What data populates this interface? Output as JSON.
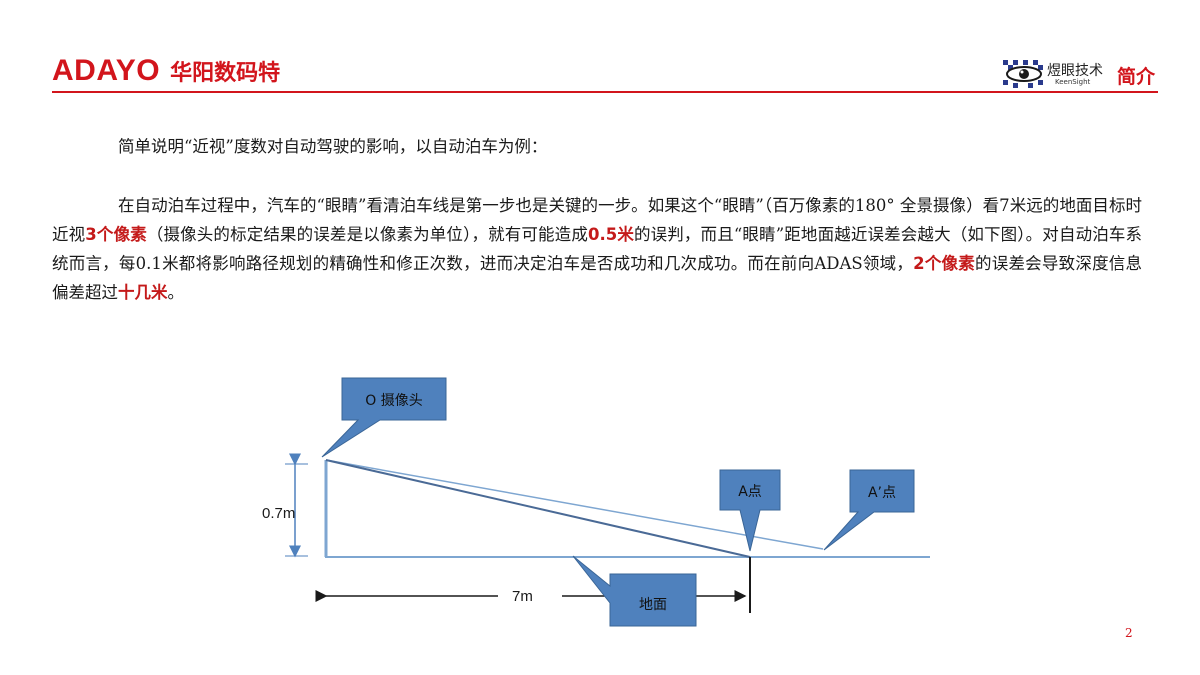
{
  "header": {
    "brand_latin": "ADAYO",
    "brand_cjk": "华阳数码特",
    "partner_name": "煜眼技术",
    "partner_sub": "KeenSight",
    "section_title": "简介"
  },
  "body": {
    "intro": "简单说明“近视”度数对自动驾驶的影响，以自动泊车为例：",
    "para_parts": [
      "在自动泊车过程中，汽车的“眼睛”看清泊车线是第一步也是关键的一步。如果这个“眼睛”（百万像素的180° 全景摄像）看7米远的地面目标时近视",
      "3个像素",
      "（摄像头的标定结果的误差是以像素为单位），就有可能造成",
      "0.5米",
      "的误判，而且“眼睛”距地面越近误差会越大（如下图）。对自动泊车系统而言，每0.1米都将影响路径规划的精确性和修正次数，进而决定泊车是否成功和几次成功。而在前向ADAS领域，",
      "2个像素",
      "的误差会导致深度信息偏差超过",
      "十几米",
      "。"
    ]
  },
  "diagram": {
    "camera_label": "O 摄像头",
    "point_a_label": "A点",
    "point_a2_label": "A’点",
    "ground_label": "地面",
    "height_label": "0.7m",
    "distance_label": "7m"
  },
  "colors": {
    "brand_red": "#d2151c",
    "highlight_red": "#c41a1a",
    "callout_blue": "#4f81bd",
    "line_blue": "#7ea6d1"
  },
  "page_number": "2"
}
